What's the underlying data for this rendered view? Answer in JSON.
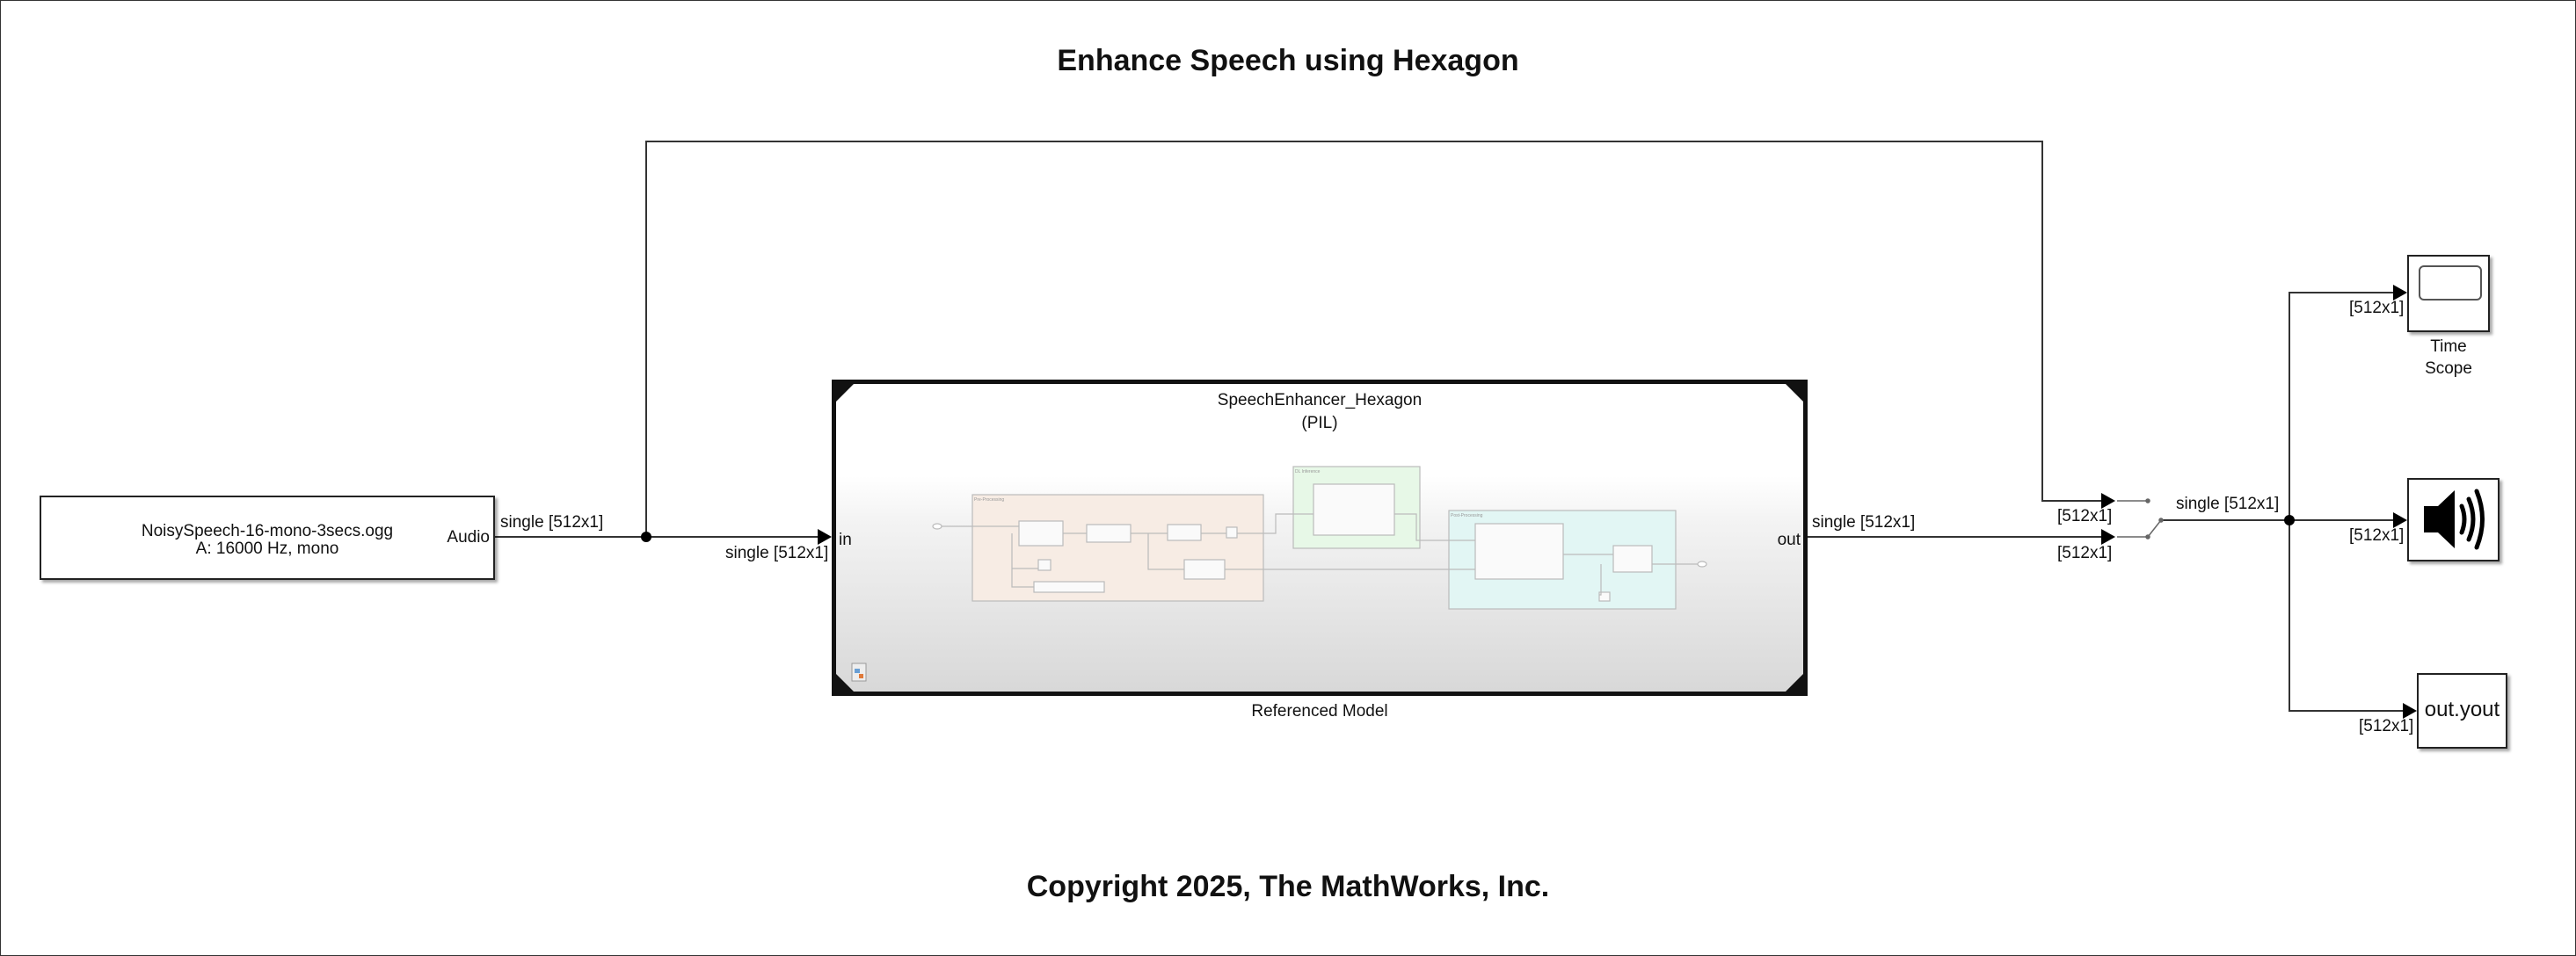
{
  "title": "Enhance Speech using Hexagon",
  "copyright": "Copyright 2025, The MathWorks, Inc.",
  "source_block": {
    "line1": "NoisySpeech-16-mono-3secs.ogg",
    "line2": "A: 16000 Hz, mono",
    "port": "Audio"
  },
  "model_block": {
    "name": "SpeechEnhancer_Hexagon",
    "mode": "(PIL)",
    "in_port": "in",
    "out_port": "out",
    "caption": "Referenced Model",
    "subsystems": [
      "Pre-Processing",
      "DL Inference",
      "Post-Processing"
    ]
  },
  "signals": {
    "source_out": "single [512x1]",
    "model_in": "single [512x1]",
    "model_out": "single [512x1]",
    "switch_in1": "[512x1]",
    "switch_in2": "[512x1]",
    "switch_out": "single [512x1]",
    "scope_in": "[512x1]",
    "speaker_in": "[512x1]",
    "yout_in": "[512x1]"
  },
  "sinks": {
    "scope_label_1": "Time",
    "scope_label_2": "Scope",
    "yout": "out.yout"
  },
  "icons": [
    "scope-icon",
    "speaker-icon",
    "manual-switch-icon",
    "model-reference-icon"
  ]
}
